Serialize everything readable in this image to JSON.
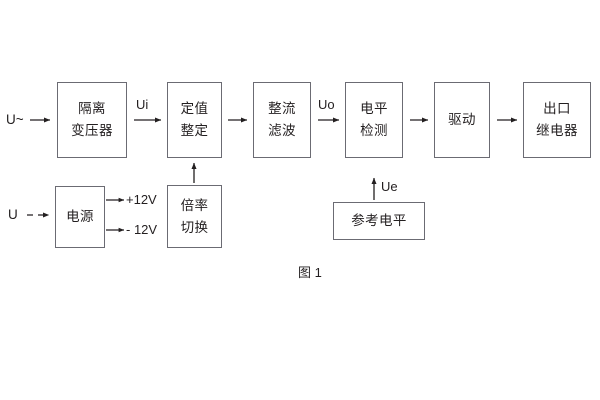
{
  "figure": {
    "caption": "图 1",
    "colors": {
      "box_border": "#6b6b73",
      "text": "#231f20",
      "wire": "#231f20",
      "background": "#ffffff"
    }
  },
  "inputs": {
    "ac_source": "U~",
    "dc_source": "U"
  },
  "blocks": {
    "isolation_transformer": {
      "line1": "隔离",
      "line2": "变压器"
    },
    "setpoint_setting": {
      "line1": "定值",
      "line2": "整定"
    },
    "rectify_filter": {
      "line1": "整流",
      "line2": "滤波"
    },
    "level_detection": {
      "line1": "电平",
      "line2": "检测"
    },
    "drive": {
      "line1": "驱动"
    },
    "output_relay": {
      "line1": "出口",
      "line2": "继电器"
    },
    "power_supply": {
      "line1": "电源"
    },
    "multiplier_switch": {
      "line1": "倍率",
      "line2": "切换"
    },
    "reference_level": {
      "line1": "参考电平"
    }
  },
  "signals": {
    "ui": "Ui",
    "uo": "Uo",
    "ue": "Ue",
    "rail_positive": "+12V",
    "rail_negative": "- 12V"
  }
}
